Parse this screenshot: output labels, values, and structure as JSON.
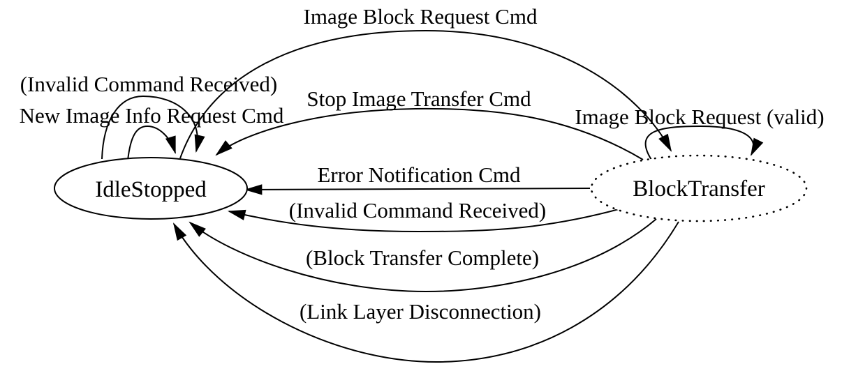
{
  "diagram": {
    "type": "state-machine",
    "background_color": "#ffffff",
    "stroke_color": "#000000",
    "text_color": "#000000"
  },
  "states": [
    {
      "id": "IdleStopped",
      "label": "IdleStopped",
      "border_style": "solid"
    },
    {
      "id": "BlockTransfer",
      "label": "BlockTransfer",
      "border_style": "dotted"
    }
  ],
  "transitions": [
    {
      "label": "Image Block Request Cmd",
      "from": "IdleStopped",
      "to": "BlockTransfer"
    },
    {
      "label": "(Invalid Command Received)",
      "from": "IdleStopped",
      "to": "IdleStopped"
    },
    {
      "label": "New Image Info Request Cmd",
      "from": "IdleStopped",
      "to": "IdleStopped"
    },
    {
      "label": "Stop Image Transfer Cmd",
      "from": "BlockTransfer",
      "to": "IdleStopped"
    },
    {
      "label": "Image Block Request (valid)",
      "from": "BlockTransfer",
      "to": "BlockTransfer"
    },
    {
      "label": "Error Notification Cmd",
      "from": "BlockTransfer",
      "to": "IdleStopped"
    },
    {
      "label": "(Invalid Command Received)",
      "from": "BlockTransfer",
      "to": "IdleStopped"
    },
    {
      "label": "(Block Transfer Complete)",
      "from": "BlockTransfer",
      "to": "IdleStopped"
    },
    {
      "label": "(Link Layer Disconnection)",
      "from": "BlockTransfer",
      "to": "IdleStopped"
    }
  ]
}
